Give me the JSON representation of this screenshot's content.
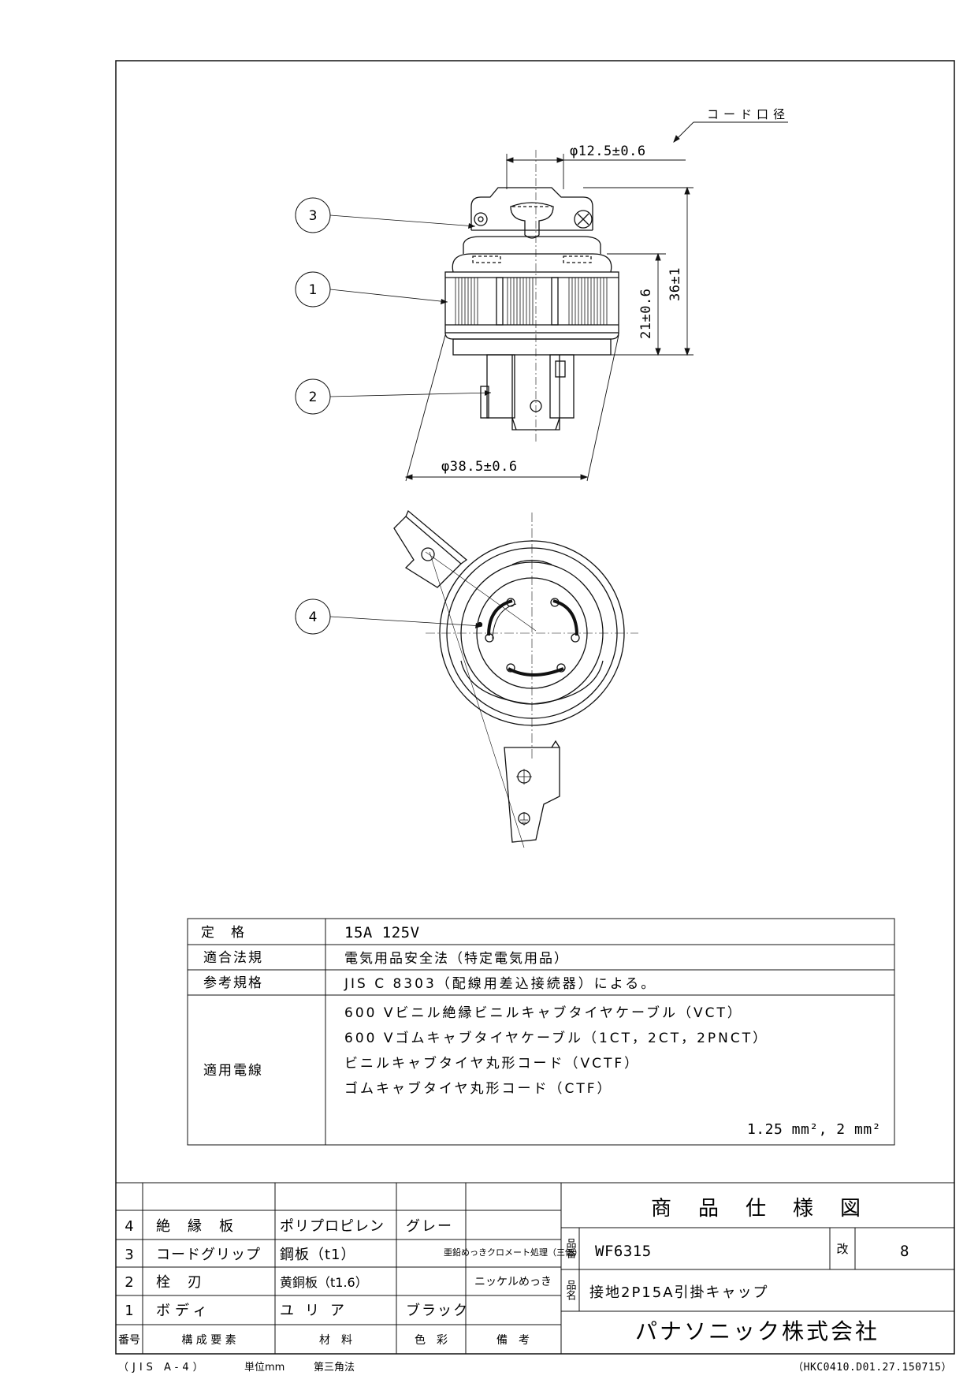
{
  "drawing": {
    "cord_diameter_label": "コード口径",
    "dim_cord": "φ12.5±0.6",
    "dim_height_total": "36±1",
    "dim_height_body": "21±0.6",
    "dim_body_dia": "φ38.5±0.6",
    "callouts": [
      "3",
      "1",
      "2",
      "4"
    ]
  },
  "spec": {
    "rating_label": "定　格",
    "rating_value": "15A 125V",
    "law_label": "適合法規",
    "law_value": "電気用品安全法（特定電気用品）",
    "std_label": "参考規格",
    "std_value": "JIS C 8303（配線用差込接続器）による。",
    "wire_label": "適用電線",
    "wire_lines": [
      "600 Vビニル絶縁ビニルキャブタイヤケーブル（VCT）",
      "600 Vゴムキャブタイヤケーブル（1CT，2CT，2PNCT）",
      "ビニルキャブタイヤ丸形コード（VCTF）",
      "ゴムキャブタイヤ丸形コード（CTF）"
    ],
    "wire_size": "1.25 mm², 2 mm²"
  },
  "parts": {
    "rows": [
      {
        "no": "4",
        "name": "絶　縁　板",
        "material": "ポリプロピレン",
        "color": "グレー",
        "note": ""
      },
      {
        "no": "3",
        "name": "コードグリップ",
        "material": "鋼板（t1）",
        "color": "",
        "note": "亜鉛めっきクロメート処理（三価）"
      },
      {
        "no": "2",
        "name": "栓　刃",
        "material": "黄銅板（t1.6）",
        "color": "",
        "note": "ニッケルめっき"
      },
      {
        "no": "1",
        "name": "ボディ",
        "material": "ユリア",
        "color": "ブラック",
        "note": ""
      }
    ],
    "header": {
      "no": "番号",
      "name": "構 成 要 素",
      "material": "材　料",
      "color": "色　彩",
      "note": "備　考"
    }
  },
  "title_block": {
    "title": "商　品　仕　様　図",
    "part_no_label": "品番",
    "part_no": "WF6315",
    "rev_label": "改",
    "rev": "8",
    "name_label": "品名",
    "name": "接地2P15A引掛キャップ",
    "company": "パナソニック株式会社"
  },
  "footer": {
    "paper": "（JIS A-4）",
    "unit": "単位mm",
    "projection": "第三角法",
    "doc_code": "（HKC0410.D01.27.150715）"
  }
}
